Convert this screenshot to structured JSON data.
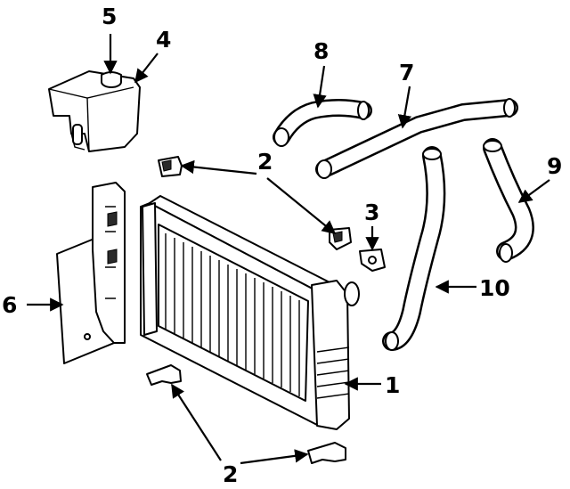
{
  "callouts": {
    "c1": "1",
    "c2_top": "2",
    "c2_bottom": "2",
    "c3": "3",
    "c4": "4",
    "c5": "5",
    "c6": "6",
    "c7": "7",
    "c8": "8",
    "c9": "9",
    "c10": "10"
  },
  "colors": {
    "line": "#000000",
    "background": "#ffffff"
  }
}
